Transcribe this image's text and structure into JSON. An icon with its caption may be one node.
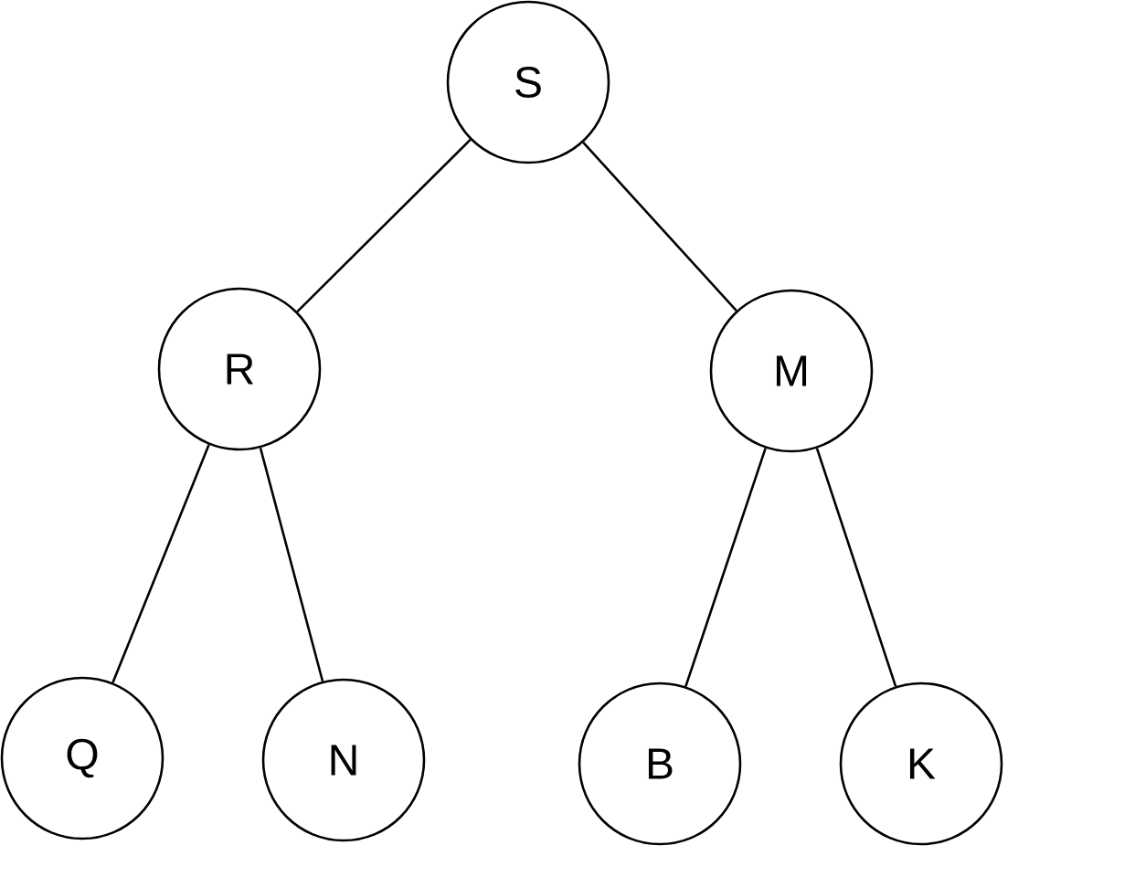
{
  "diagram": {
    "nodes": [
      {
        "text": [
          "S"
        ]
      },
      {
        "text": [
          "R"
        ]
      },
      {
        "text": [
          "M"
        ]
      },
      {
        "text": [
          "Q"
        ]
      },
      {
        "text": [
          "N"
        ]
      },
      {
        "text": [
          "B"
        ]
      },
      {
        "text": [
          "K"
        ]
      }
    ],
    "edges": [
      {
        "from": 0,
        "to": 1,
        "arrow": "none"
      },
      {
        "from": 0,
        "to": 2,
        "arrow": "none"
      },
      {
        "from": 1,
        "to": 3,
        "arrow": "none"
      },
      {
        "from": 1,
        "to": 4,
        "arrow": "none"
      },
      {
        "from": 2,
        "to": 5,
        "arrow": "none"
      },
      {
        "from": 2,
        "to": 6,
        "arrow": "none"
      }
    ]
  }
}
